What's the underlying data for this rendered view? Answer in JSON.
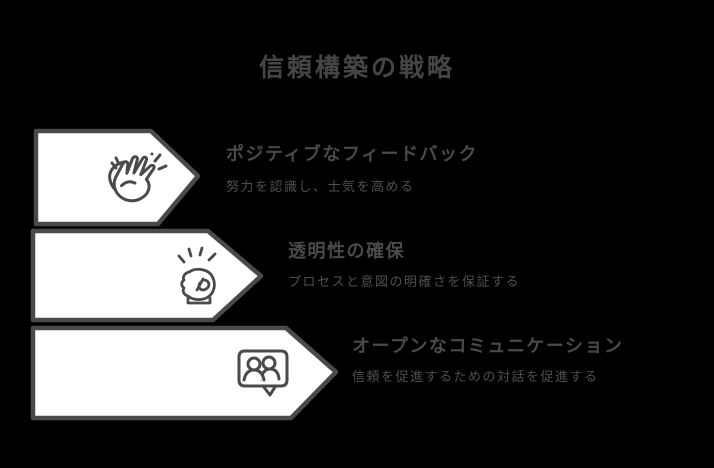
{
  "title": {
    "text": "信頼構築の戦略"
  },
  "colors": {
    "background": "#000000",
    "outline": "#4a4a4a",
    "shape_fill": "#ffffff",
    "heading_text": "#4a4a4a",
    "subtitle_text": "#4f4f4f"
  },
  "steps": [
    {
      "heading": "ポジティブなフィードバック",
      "subtitle": "努力を認識し、士気を高める",
      "icon": "clapping-hands-icon"
    },
    {
      "heading": "透明性の確保",
      "subtitle": "プロセスと意図の明確さを保証する",
      "icon": "raised-fist-icon"
    },
    {
      "heading": "オープンなコミュニケーション",
      "subtitle": "信頼を促進するための対話を促進する",
      "icon": "speech-bubble-people-icon"
    }
  ]
}
